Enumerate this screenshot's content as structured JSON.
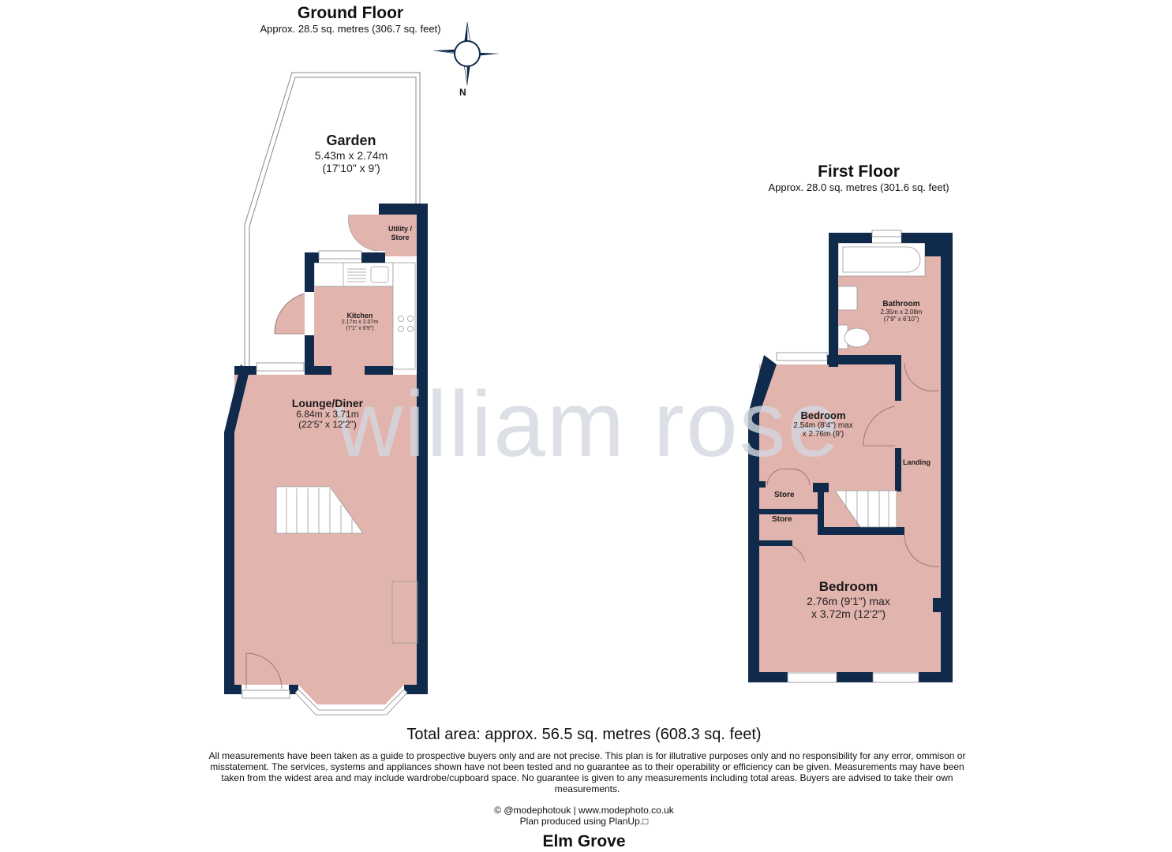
{
  "ground_floor": {
    "title": "Ground Floor",
    "area": "Approx. 28.5 sq. metres (306.7 sq. feet)",
    "rooms": [
      {
        "name": "Garden",
        "dim_m": "5.43m x 2.74m",
        "dim_ft": "(17'10\" x 9')"
      },
      {
        "name": "Utility /",
        "name2": "Store"
      },
      {
        "name": "Kitchen",
        "dim_m": "2.17m x 2.07m",
        "dim_ft": "(7'1\" x 6'9\")"
      },
      {
        "name": "Lounge/Diner",
        "dim_m": "6.84m x 3.71m",
        "dim_ft": "(22'5\" x 12'2\")"
      }
    ]
  },
  "first_floor": {
    "title": "First Floor",
    "area": "Approx. 28.0 sq. metres (301.6 sq. feet)",
    "rooms": [
      {
        "name": "Bathroom",
        "dim_m": "2.35m x 2.08m",
        "dim_ft": "(7'9\" x 6'10\")"
      },
      {
        "name": "Bedroom",
        "dim_m": "2.54m (8'4\") max",
        "dim_ft": "x 2.76m (9')"
      },
      {
        "name": "Landing"
      },
      {
        "name": "Store"
      },
      {
        "name": "Store"
      },
      {
        "name": "Bedroom",
        "dim_m": "2.76m (9'1\") max",
        "dim_ft": "x 3.72m (12'2\")"
      }
    ]
  },
  "compass": {
    "label": "N"
  },
  "watermark": "william rose",
  "footer": {
    "total": "Total area: approx. 56.5 sq. metres (608.3 sq. feet)",
    "disclaimer": "All measurements have been taken as a guide to prospective buyers only and are not precise. This plan is for illutrative purposes only and no responsibility for any error, ommison or misstatement. The services, systems and appliances shown have not been tested and no guarantee as to their operability or efficiency can be given. Measurements may have been taken from the widest area and may include wardrobe/cupboard space. No guarantee is given to any measurements including total areas. Buyers are advised to take their own measurements.",
    "credit1": "© @modephotouk | www.modephoto.co.uk",
    "credit2": "Plan produced using PlanUp.□",
    "property": "Elm Grove"
  },
  "colors": {
    "wall": "#0f2a4a",
    "room": "#e2b4ae",
    "watermark": "#d4d8e1"
  }
}
